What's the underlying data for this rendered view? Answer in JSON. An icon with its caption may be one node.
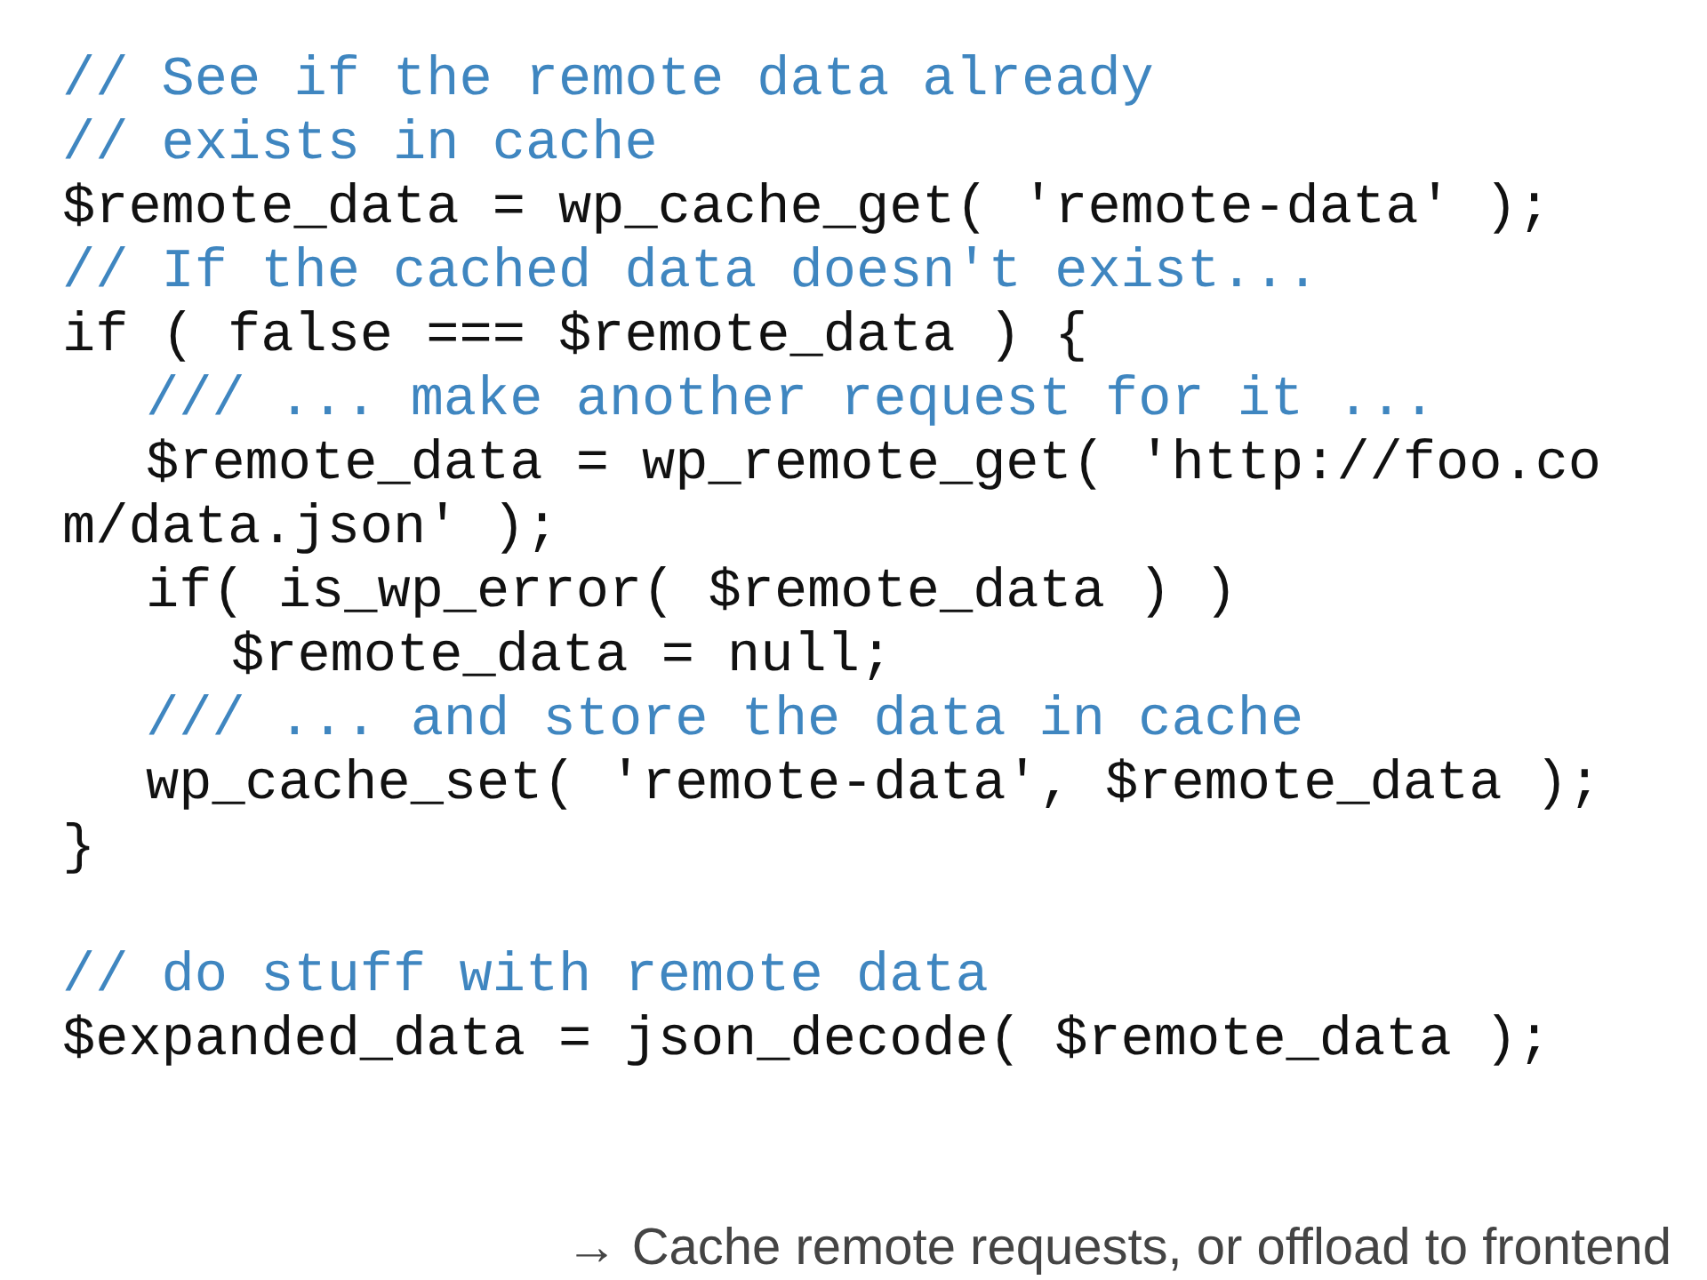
{
  "diagram": {
    "caption": "→ Cache remote requests, or offload to frontend",
    "labels": [
      "// See if the remote data already",
      "// exists in cache",
      "$remote_data = wp_cache_get( 'remote-data' );",
      "// If the cached data doesn't exist...",
      "if ( false === $remote_data ) {",
      "/// ... make another request for it ...",
      "$remote_data = wp_remote_get( 'http://foo.com/data.json' );",
      "if( is_wp_error( $remote_data ) )",
      "$remote_data = null;",
      "/// ... and store the data in cache",
      "wp_cache_set( 'remote-data', $remote_data );",
      "}",
      "// do stuff with remote data",
      "$expanded_data = json_decode( $remote_data );"
    ]
  }
}
